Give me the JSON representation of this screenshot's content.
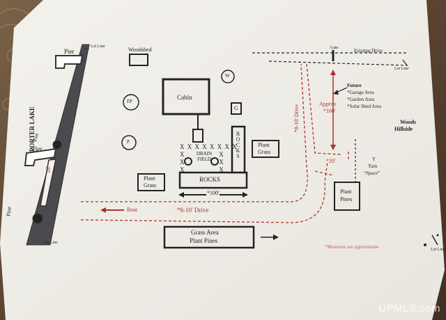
{
  "site_plan": {
    "water": "PORTER LAKE",
    "lake_frontage": "30'",
    "labels": {
      "pier_top": "Pier",
      "pier_middle": "Pier",
      "lot_line_top": "Lot Line",
      "lot_line_bottom": "Lot Line",
      "lot_line_right": "Lot Line",
      "lot_line_corner": "Lot Line",
      "pine_upper": "Pine",
      "pine_lower": "Pine",
      "woodshed": "Woodshed",
      "cabin": "Cabin",
      "well": "W",
      "fire_pit": "FP",
      "privy": "P",
      "garage_box": "G",
      "gate": "Gate",
      "existing_drive": "Existing Drive",
      "drain_field": "DRAIN FIELD",
      "rocks_vertical": "ROCKS",
      "rocks_bottom": "ROCKS",
      "plant_grass_right_1": "Plant",
      "plant_grass_right_2": "Grass",
      "plant_grass_left_1": "Plant",
      "plant_grass_left_2": "Grass",
      "width_100": "*100'",
      "boat": "Boat",
      "drive_main": "*8-10' Drive",
      "drive_side": "*8-10' Drive",
      "approx": "Approx",
      "approx_160": "*160'",
      "twenty": "*20'",
      "y_turn_1": "Y",
      "y_turn_2": "Turn",
      "y_turn_3": "“Space”",
      "plant_pines_1": "Plant",
      "plant_pines_2": "Pines",
      "grass_area_1": "Grass Area",
      "grass_area_2": "Plant Pines",
      "future": "Future",
      "future_1": "*Garage Area",
      "future_2": "*Garden Area",
      "future_3": "*Solar Shed Area",
      "woods_1": "Woods",
      "woods_2": "Hillside",
      "note": "*Measures are approximate"
    }
  },
  "watermark": "UPMLS.com",
  "colors": {
    "ink": "#222222",
    "red": "#b0312a",
    "paper": "#f7f5f0"
  }
}
